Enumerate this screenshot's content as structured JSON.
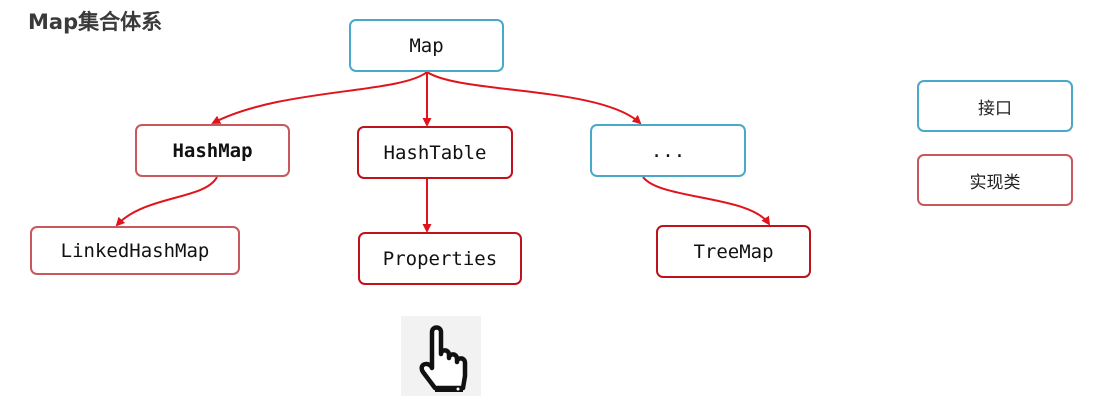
{
  "title": "Map集合体系",
  "nodes": {
    "map": "Map",
    "hashmap": "HashMap",
    "hashtable": "HashTable",
    "other": "...",
    "linkedhashmap": "LinkedHashMap",
    "properties": "Properties",
    "treemap": "TreeMap"
  },
  "legend": {
    "interface": "接口",
    "implementation": "实现类"
  },
  "colors": {
    "interface_border": "#4aa8c8",
    "implementation_border": "#c0121b",
    "implementation_border_light": "#c9585d",
    "arrow": "#e0141c"
  },
  "icons": {
    "pointer": "hand-pointer-icon"
  }
}
